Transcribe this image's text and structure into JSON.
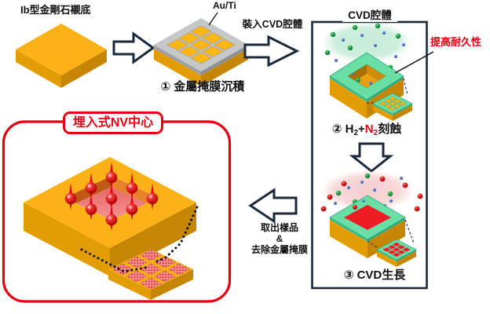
{
  "labels": {
    "substrate": "Ib型金剛石襯底",
    "mask_material": "Au/Ti",
    "step1": "① 金屬掩膜沉積",
    "load_arrow": "裝入CVD腔體",
    "chamber": "CVD腔體",
    "durability": "提高耐久性",
    "step2": {
      "pre": "② H",
      "sub_h": "2",
      "plus": "+",
      "n": "N",
      "sub_n": "2",
      "post": "刻蝕"
    },
    "step3": "③ CVD生長",
    "takeout": {
      "line1": "取出樣品",
      "line2": "&",
      "line3": "去除金屬掩膜"
    },
    "nv_title": "埋入式NV中心"
  },
  "colors": {
    "accent_red": "#E60012",
    "gold_top": "#FCB116",
    "gold_left": "#E29D04",
    "gold_right": "#C68605",
    "mask_gray_top": "#C6C7C9",
    "mint_green_top": "#69DFA6",
    "glow_green": "#CDEEDD",
    "glow_pink": "#F8D3D3",
    "gas_dot_green": "#1FA34A",
    "gas_dot_blue": "#3A62C4",
    "gas_dot_red": "#D81A1A",
    "grown_red_square": "#EE1C25",
    "cavity_floor_pink": "#F28C8C",
    "arrow_outline_navy": "#1B2A3B"
  }
}
